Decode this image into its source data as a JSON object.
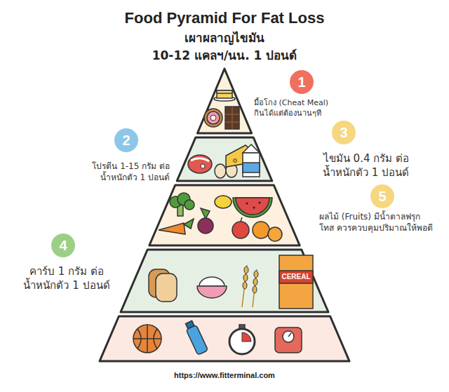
{
  "diagram": {
    "title": "Food Pyramid For Fat Loss",
    "caption": "https://www.fitterminal.com",
    "nodes": [
      {
        "text": [
          "1",
          "มื้อโกง (Cheat Meal) กินได้แต่ต้องนานๆที"
        ]
      },
      {
        "text": [
          "2",
          "โปรตีน 1-15 กรัม ต่อน้ำหนักตัว 1 ปอนด์"
        ]
      },
      {
        "text": [
          "3",
          "ไขมัน 0.4 กรัม ต่อน้ำหนักตัว 1 ปอนด์"
        ]
      },
      {
        "text": [
          "5",
          "ผลไม้ (Fruits) มีน้ำตาลฟรุกโทส ควรควบคุมปริมาณให้พอดี"
        ]
      },
      {
        "text": [
          "4",
          "คาร์บ 1 กรัม ต่อน้ำหนักตัว 1 ปอนด์"
        ]
      }
    ],
    "labels": [
      "เผาผลาญไขมัน",
      "10-12 แคลฯ/นน. 1 ปอนด์",
      "CEREAL"
    ]
  }
}
